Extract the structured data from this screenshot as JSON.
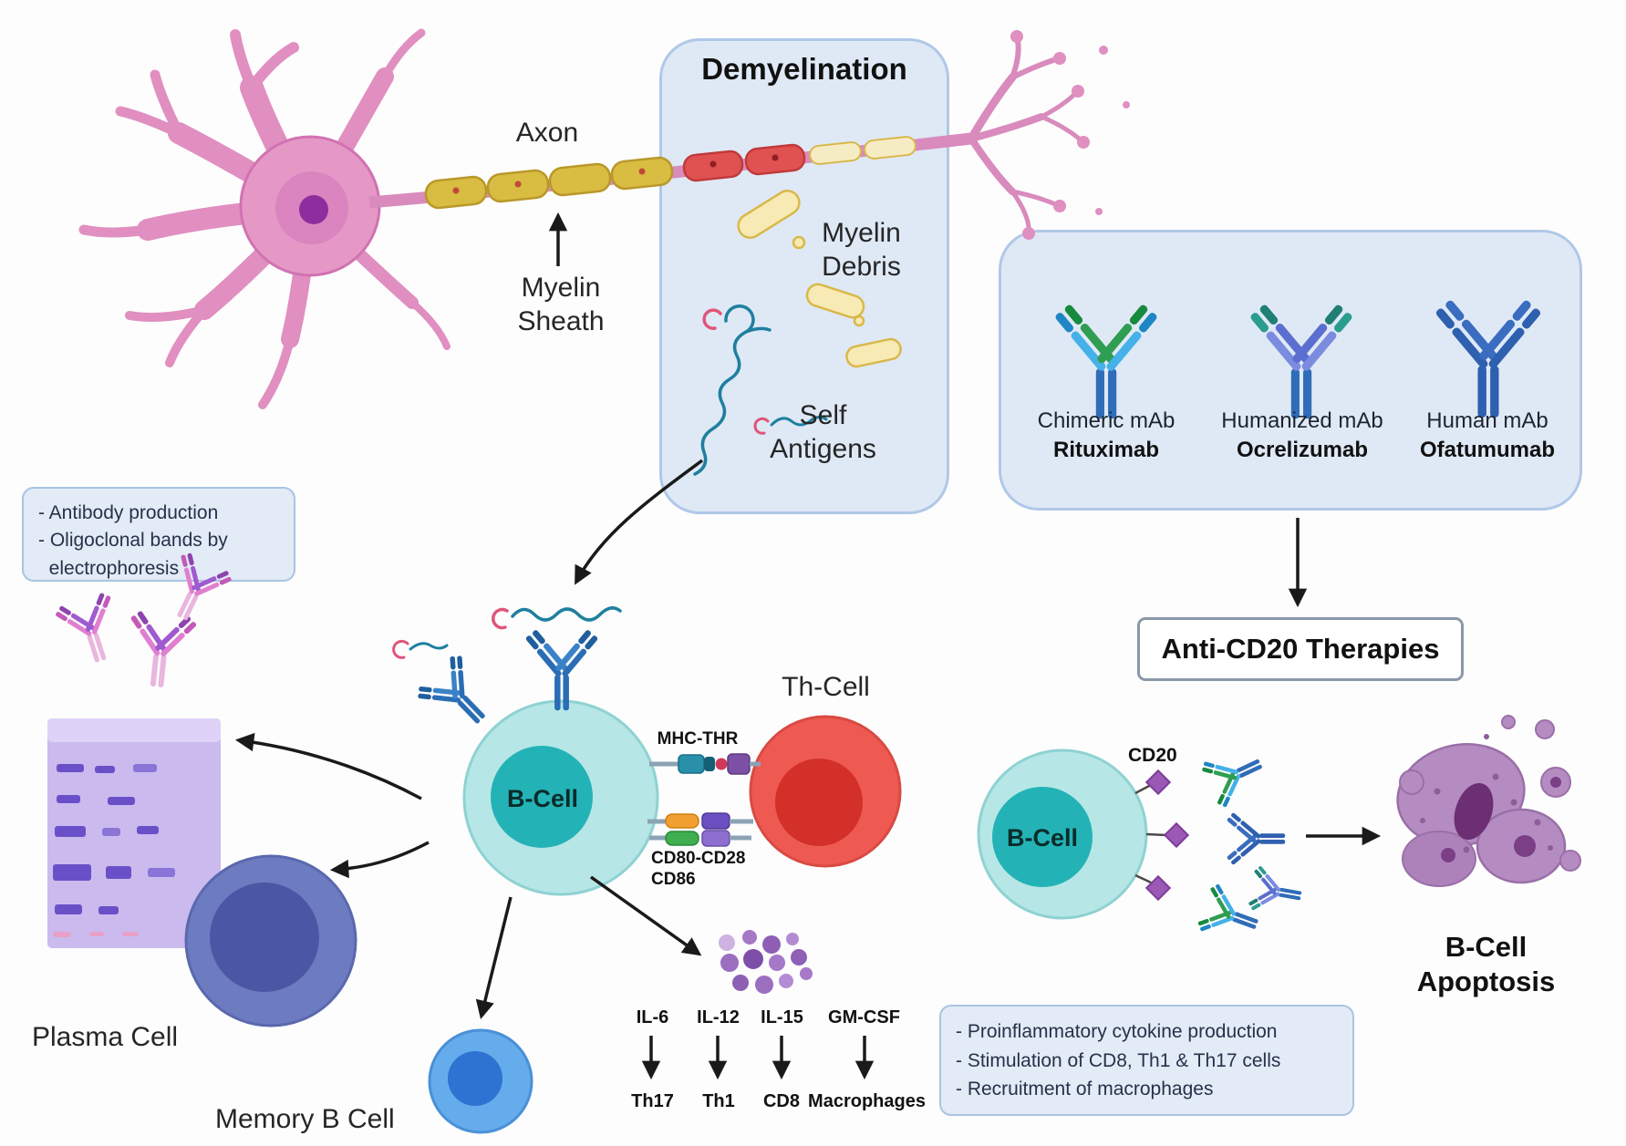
{
  "neuron": {
    "axon_label": "Axon",
    "myelin_sheath_label": "Myelin\nSheath"
  },
  "demyelination": {
    "title": "Demyelination",
    "myelin_debris_label": "Myelin\nDebris",
    "self_antigens_label": "Self\nAntigens"
  },
  "therapies": {
    "mabs": [
      {
        "type": "Chimeric mAb",
        "name": "Rituximab"
      },
      {
        "type": "Humanized mAb",
        "name": "Ocrelizumab"
      },
      {
        "type": "Human mAb",
        "name": "Ofatumumab"
      }
    ],
    "anti_cd20_label": "Anti-CD20 Therapies"
  },
  "left_pathway": {
    "antibody_box_text": "- Antibody production\n- Oligoclonal bands by\n  electrophoresis",
    "plasma_cell_label": "Plasma Cell",
    "memory_b_cell_label": "Memory B Cell"
  },
  "center": {
    "b_cell_label": "B-Cell",
    "th_cell_label": "Th-Cell",
    "mhc_thr_label": "MHC-THR",
    "costim_label": "CD80-CD28\nCD86"
  },
  "cytokines": {
    "items": [
      {
        "name": "IL-6",
        "target": "Th17"
      },
      {
        "name": "IL-12",
        "target": "Th1"
      },
      {
        "name": "IL-15",
        "target": "CD8"
      },
      {
        "name": "GM-CSF",
        "target": "Macrophages"
      }
    ]
  },
  "right_pathway": {
    "b_cell_label": "B-Cell",
    "cd20_label": "CD20",
    "apoptosis_label": "B-Cell\nApoptosis",
    "effects_box_text": "- Proinflammatory cytokine production\n- Stimulation of CD8, Th1 & Th17 cells\n- Recruitment of macrophages"
  },
  "colors": {
    "panel_blue": "#dfe9f5",
    "b_cell_teal": "#23b3b6",
    "b_cell_body": "#b7e6e6",
    "th_cell_red": "#e34b42",
    "plasma_cell_blue": "#6d7cc0",
    "memory_cell_blue": "#64aceb",
    "apoptosis_purple": "#b58cc2",
    "myelin_gold": "#d9bc42",
    "damaged_myelin_red": "#e05252",
    "neuron_pink": "#e595c4",
    "antibody_blue": "#2a5fa8",
    "antigen_teal": "#1f7f9f",
    "cd20_purple": "#9b59b6"
  }
}
